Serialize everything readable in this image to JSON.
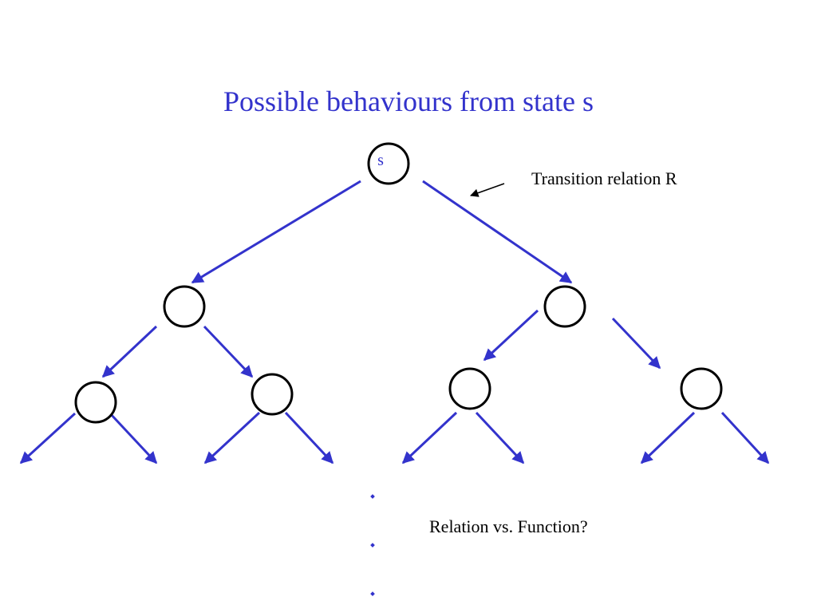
{
  "title": "Possible behaviours from state s",
  "root_state": "s",
  "annotations": {
    "transition": "Transition relation R",
    "question": "Relation vs. Function?"
  },
  "colors": {
    "title": "#3333cc",
    "edge": "#3333cc",
    "node_stroke": "#000000",
    "annotation_text": "#000000",
    "continuation_dots": "#3333cc"
  }
}
